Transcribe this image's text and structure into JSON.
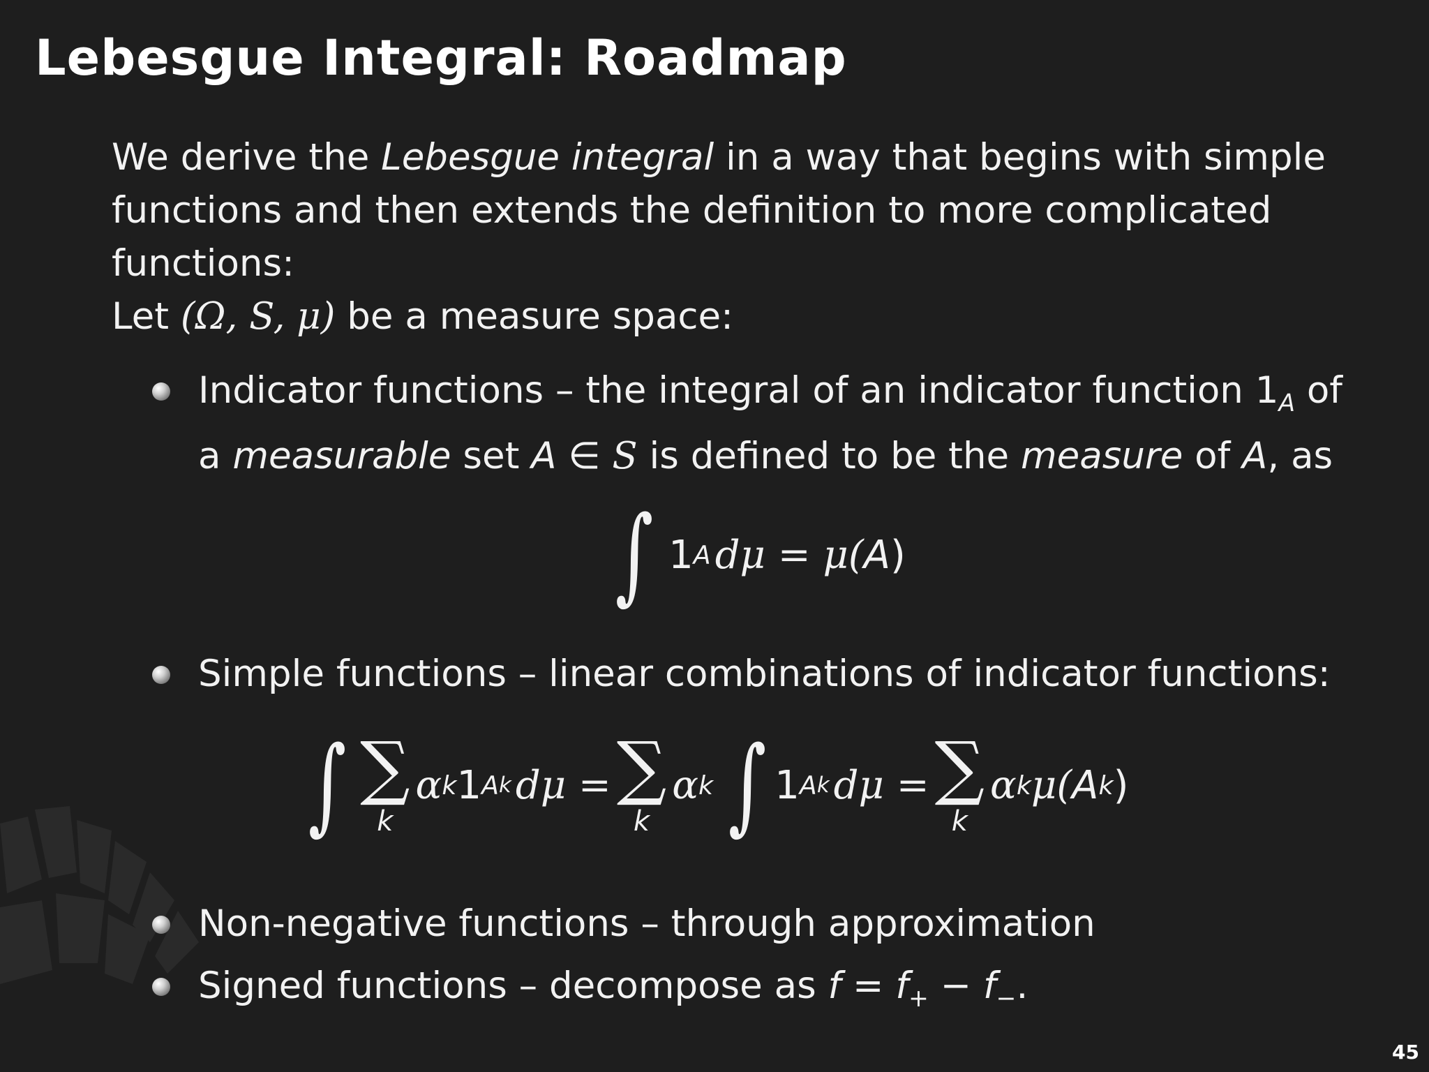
{
  "title": "Lebesgue Integral: Roadmap",
  "intro": {
    "l1_a": "We derive the ",
    "l1_b": "Lebesgue integral",
    "l1_c": " in a way that begins with simple",
    "l2": "functions and then extends the definition to more complicated",
    "l3": "functions:",
    "l4_a": "Let ",
    "l4_b": "(Ω, ",
    "l4_c": "S",
    "l4_d": ", μ)",
    "l4_e": " be a measure space:"
  },
  "bullets": {
    "b1": {
      "l1_a": "Indicator functions – the integral of an indicator function 1",
      "l1_sub": "A",
      "l1_b": " of",
      "l2_a": "a ",
      "l2_b": "measurable",
      "l2_c": " set ",
      "l2_d": "A",
      "l2_e": " ∈ ",
      "l2_f": "S",
      "l2_g": " is defined to be the ",
      "l2_h": "measure",
      "l2_i": " of ",
      "l2_j": "A",
      "l2_k": ", as"
    },
    "b2": "Simple functions – linear combinations of indicator functions:",
    "b3": "Non-negative functions – through approximation",
    "b4": {
      "a": "Signed functions – decompose as ",
      "f": "f",
      "eq": " = ",
      "fp": "f",
      "plus": "+",
      "minus": " − ",
      "fm": "f",
      "minus_sub": "−",
      "end": "."
    }
  },
  "eq1": {
    "int": "∫",
    "one": "1",
    "sub": "A",
    "dmu": "dμ = μ(",
    "A": "A",
    "close": ")"
  },
  "eq2": {
    "int1": "∫",
    "sum": "∑",
    "k": "k",
    "ak1": "α",
    "ksub": "k",
    "one": "1",
    "Asub": "A",
    "ksub2": "k",
    "dmu": "dμ = ",
    "int2": "∫",
    "eqsign": " = ",
    "mu": "μ(",
    "Ak": "A",
    "close": ")"
  },
  "page_number": "45"
}
